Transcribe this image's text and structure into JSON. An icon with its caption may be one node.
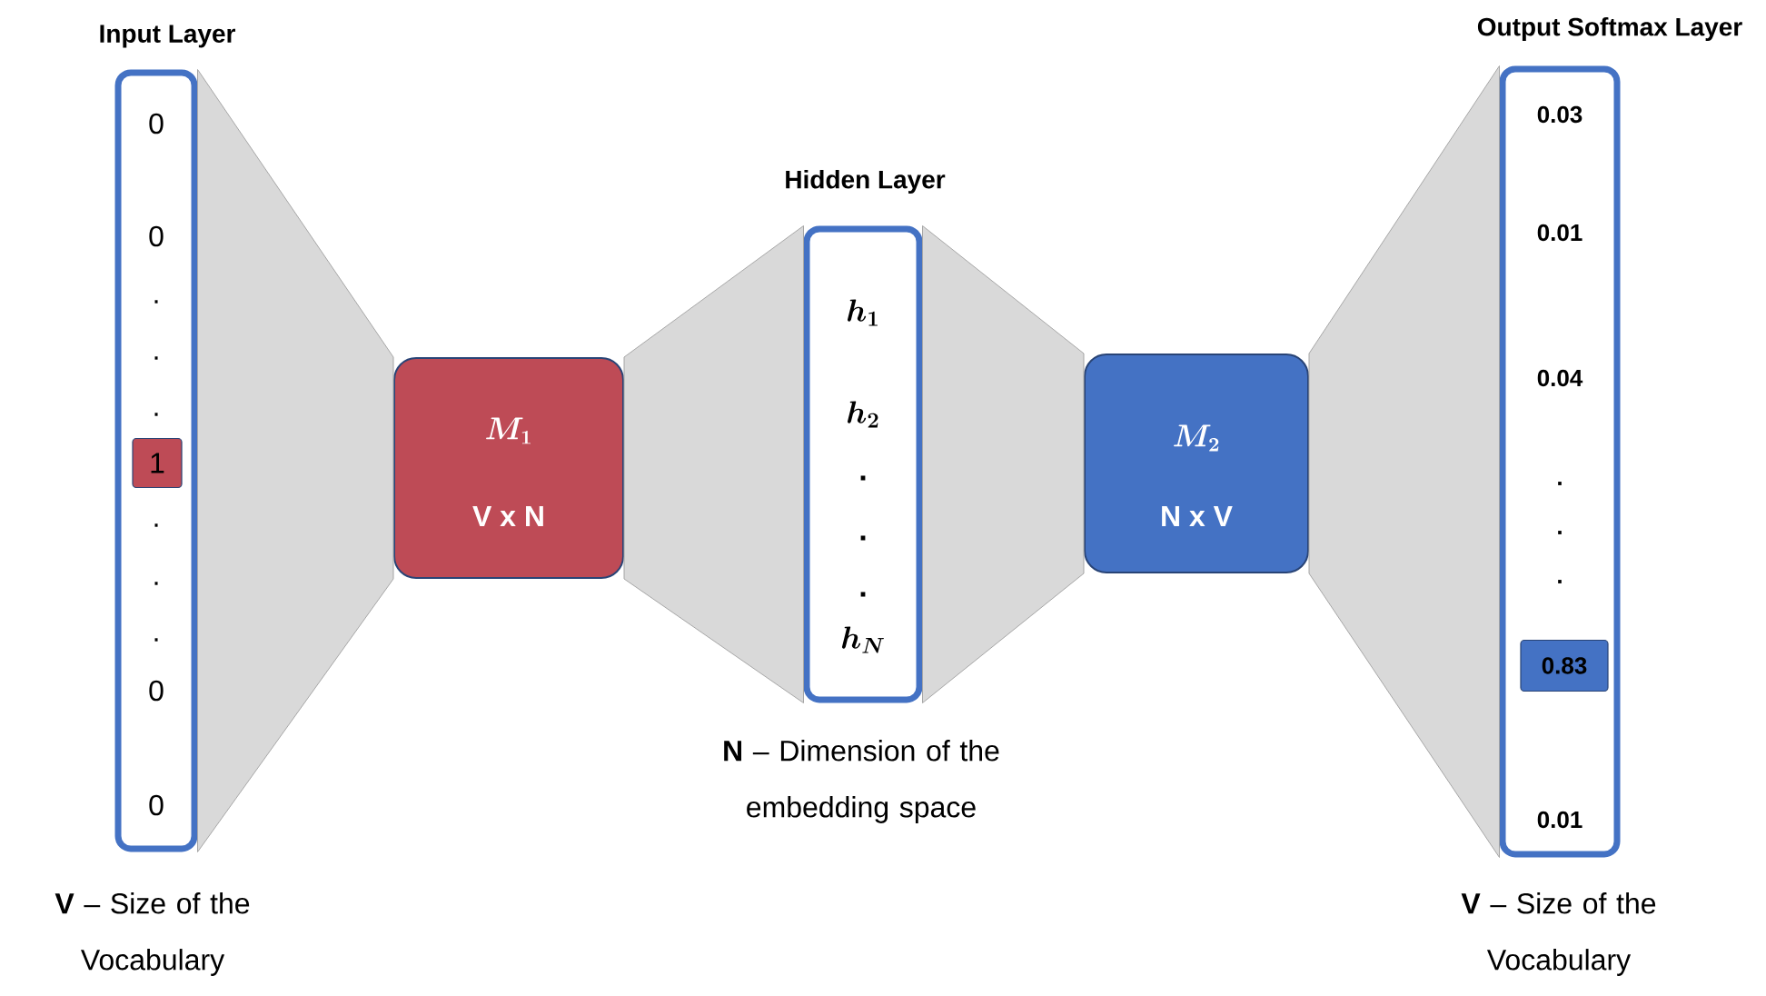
{
  "diagram": {
    "nodes": [
      {
        "text": [
          "Input Layer",
          "0",
          "0",
          ".",
          ".",
          ".",
          ".",
          ".",
          ".",
          "0",
          "0"
        ],
        "beside": [
          "**V** – Size of the Vocabulary"
        ]
      },
      {
        "text": [
          "1"
        ],
        "in": 0
      },
      {
        "text": [
          "M_1",
          "V x N"
        ]
      },
      {
        "text": [
          "Hidden Layer",
          "h_1",
          "h_2",
          ".",
          ".",
          ".",
          "h_N"
        ],
        "beside": [
          "**N** – Dimension of the embedding space"
        ]
      },
      {
        "text": [
          "M_2",
          "N x V"
        ]
      },
      {
        "text": [
          "Output Softmax Layer",
          "0.03",
          "0.01",
          "0.04",
          ".",
          ".",
          ".",
          "0.01"
        ],
        "beside": [
          "**V** – Size of the Vocabulary"
        ]
      },
      {
        "text": [
          "0.83"
        ],
        "in": 5
      }
    ],
    "edges": [
      {
        "from": 0,
        "to": 2,
        "arrow": "none"
      },
      {
        "from": 2,
        "to": 3,
        "arrow": "none"
      },
      {
        "from": 3,
        "to": 4,
        "arrow": "none"
      },
      {
        "from": 4,
        "to": 5,
        "arrow": "none"
      }
    ]
  }
}
